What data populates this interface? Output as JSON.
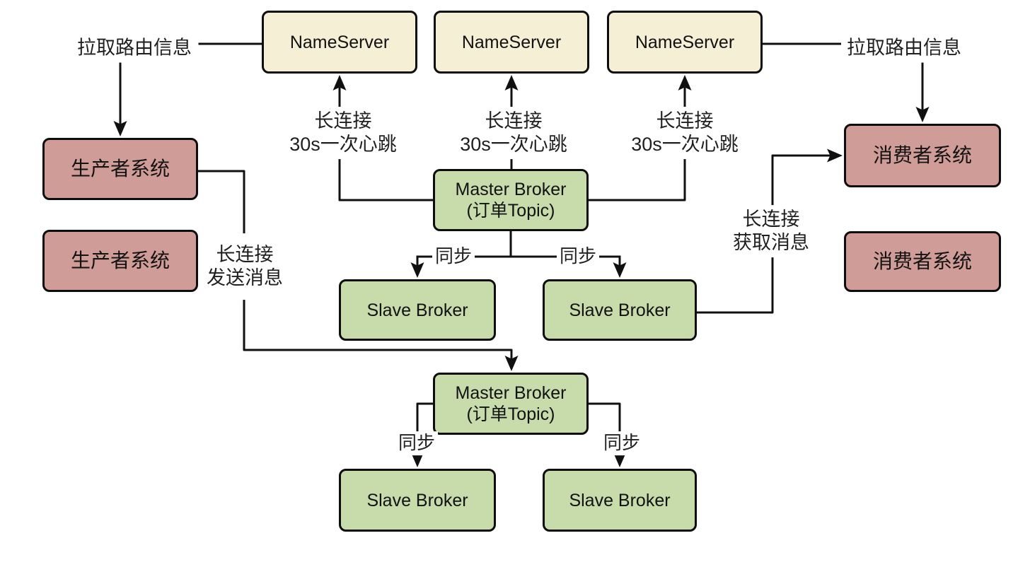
{
  "diagram": {
    "type": "architecture-diagram",
    "background": "#ffffff",
    "colors": {
      "nameserver_fill": "#f5efd5",
      "broker_fill": "#c8dbaa",
      "producer_consumer_fill": "#d09c97",
      "line_stroke": "#101010"
    },
    "nodes": {
      "nameserver1": "NameServer",
      "nameserver2": "NameServer",
      "nameserver3": "NameServer",
      "producer1": "生产者系统",
      "producer2": "生产者系统",
      "consumer1": "消费者系统",
      "consumer2": "消费者系统",
      "master_broker1": "Master Broker\n(订单Topic)",
      "slave_broker1": "Slave Broker",
      "slave_broker2": "Slave Broker",
      "master_broker2": "Master Broker\n(订单Topic)",
      "slave_broker3": "Slave Broker",
      "slave_broker4": "Slave Broker"
    },
    "edge_labels": {
      "pull_route_left": "拉取路由信息",
      "pull_route_right": "拉取路由信息",
      "heartbeat1": "长连接\n30s一次心跳",
      "heartbeat2": "长连接\n30s一次心跳",
      "heartbeat3": "长连接\n30s一次心跳",
      "send_message": "长连接\n发送消息",
      "fetch_message": "长连接\n获取消息",
      "sync_top_left": "同步",
      "sync_top_right": "同步",
      "sync_bottom_left": "同步",
      "sync_bottom_right": "同步"
    }
  }
}
